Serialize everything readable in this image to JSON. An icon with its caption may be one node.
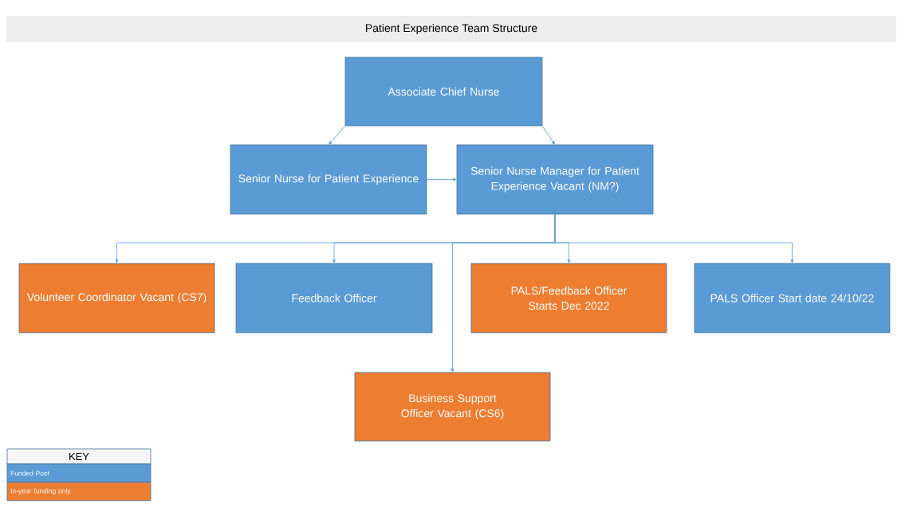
{
  "diagram": {
    "title": "Patient Experience Team Structure",
    "nodes": [
      {
        "text": [
          "Associate Chief Nurse"
        ]
      },
      {
        "text": [
          "Senior Nurse for Patient Experience"
        ]
      },
      {
        "text": [
          "Senior Nurse Manager for Patient Experience Vacant (NM?)"
        ]
      },
      {
        "text": [
          "Volunteer Coordinator Vacant (CS7)"
        ]
      },
      {
        "text": [
          "Feedback Officer"
        ]
      },
      {
        "text": [
          "PALS/Feedback Officer Starts Dec 2022"
        ]
      },
      {
        "text": [
          "PALS Officer Start date 24/10/22"
        ]
      },
      {
        "text": [
          "Business Support Officer Vacant (CS6)"
        ]
      }
    ],
    "edges": [
      {
        "from": 0,
        "to": 1,
        "arrow": "to"
      },
      {
        "from": 0,
        "to": 2,
        "arrow": "to"
      },
      {
        "from": 1,
        "to": 2,
        "arrow": "to"
      },
      {
        "from": 2,
        "to": 3,
        "arrow": "to"
      },
      {
        "from": 2,
        "to": 4,
        "arrow": "to"
      },
      {
        "from": 2,
        "to": 5,
        "arrow": "to"
      },
      {
        "from": 2,
        "to": 6,
        "arrow": "to"
      },
      {
        "from": 2,
        "to": 7,
        "arrow": "to"
      }
    ],
    "labels": [
      "KEY"
    ],
    "legend": [
      {
        "text": "Funded Post",
        "color": "#5b9bd5"
      },
      {
        "text": "In-year funding only",
        "color": "#ed7d31"
      }
    ]
  }
}
